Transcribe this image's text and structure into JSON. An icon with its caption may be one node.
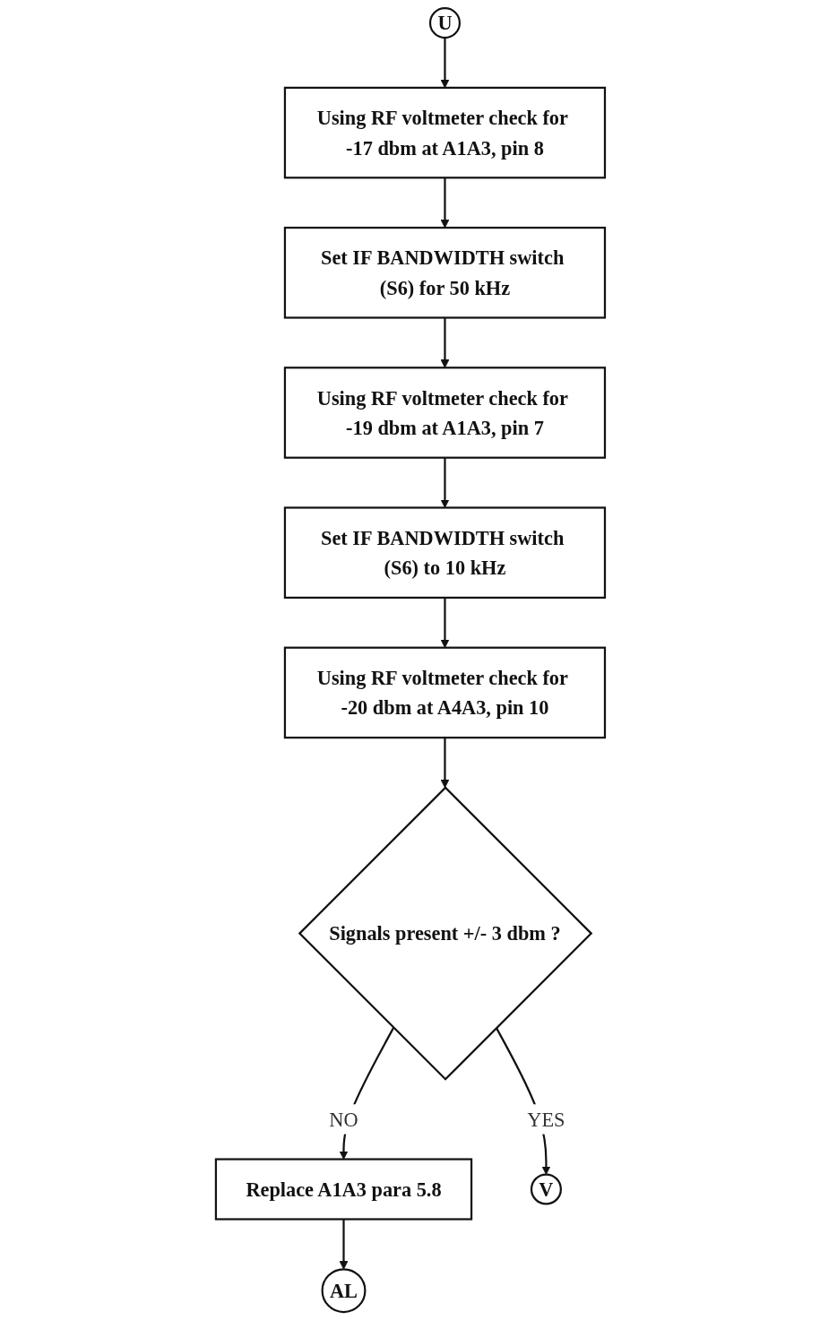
{
  "diagram": {
    "nodes": [
      {
        "text": [
          "U"
        ]
      },
      {
        "text": [
          "Using RF voltmeter check for -17 dbm at A1A3, pin 8"
        ]
      },
      {
        "text": [
          "Set IF BANDWIDTH switch (S6) for 50 kHz"
        ]
      },
      {
        "text": [
          "Using RF voltmeter check for -19 dbm at A1A3, pin 7"
        ]
      },
      {
        "text": [
          "Set IF BANDWIDTH switch (S6) to 10 kHz"
        ]
      },
      {
        "text": [
          "Using RF voltmeter check for -20 dbm at A4A3, pin 10"
        ]
      },
      {
        "text": [
          "Signals present +/- 3 dbm ?"
        ]
      },
      {
        "text": [
          "Replace A1A3 para 5.8"
        ]
      },
      {
        "text": [
          "V"
        ]
      },
      {
        "text": [
          "AL"
        ]
      }
    ],
    "edges": [
      {
        "from": 0,
        "to": 1,
        "arrow": "to"
      },
      {
        "from": 1,
        "to": 2,
        "arrow": "to"
      },
      {
        "from": 2,
        "to": 3,
        "arrow": "to"
      },
      {
        "from": 3,
        "to": 4,
        "arrow": "to"
      },
      {
        "from": 4,
        "to": 5,
        "arrow": "to"
      },
      {
        "from": 5,
        "to": 6,
        "arrow": "to"
      },
      {
        "from": 6,
        "to": 7,
        "label": "NO",
        "arrow": "to"
      },
      {
        "from": 6,
        "to": 8,
        "label": "YES",
        "arrow": "to"
      },
      {
        "from": 7,
        "to": 9,
        "arrow": "to"
      }
    ]
  }
}
